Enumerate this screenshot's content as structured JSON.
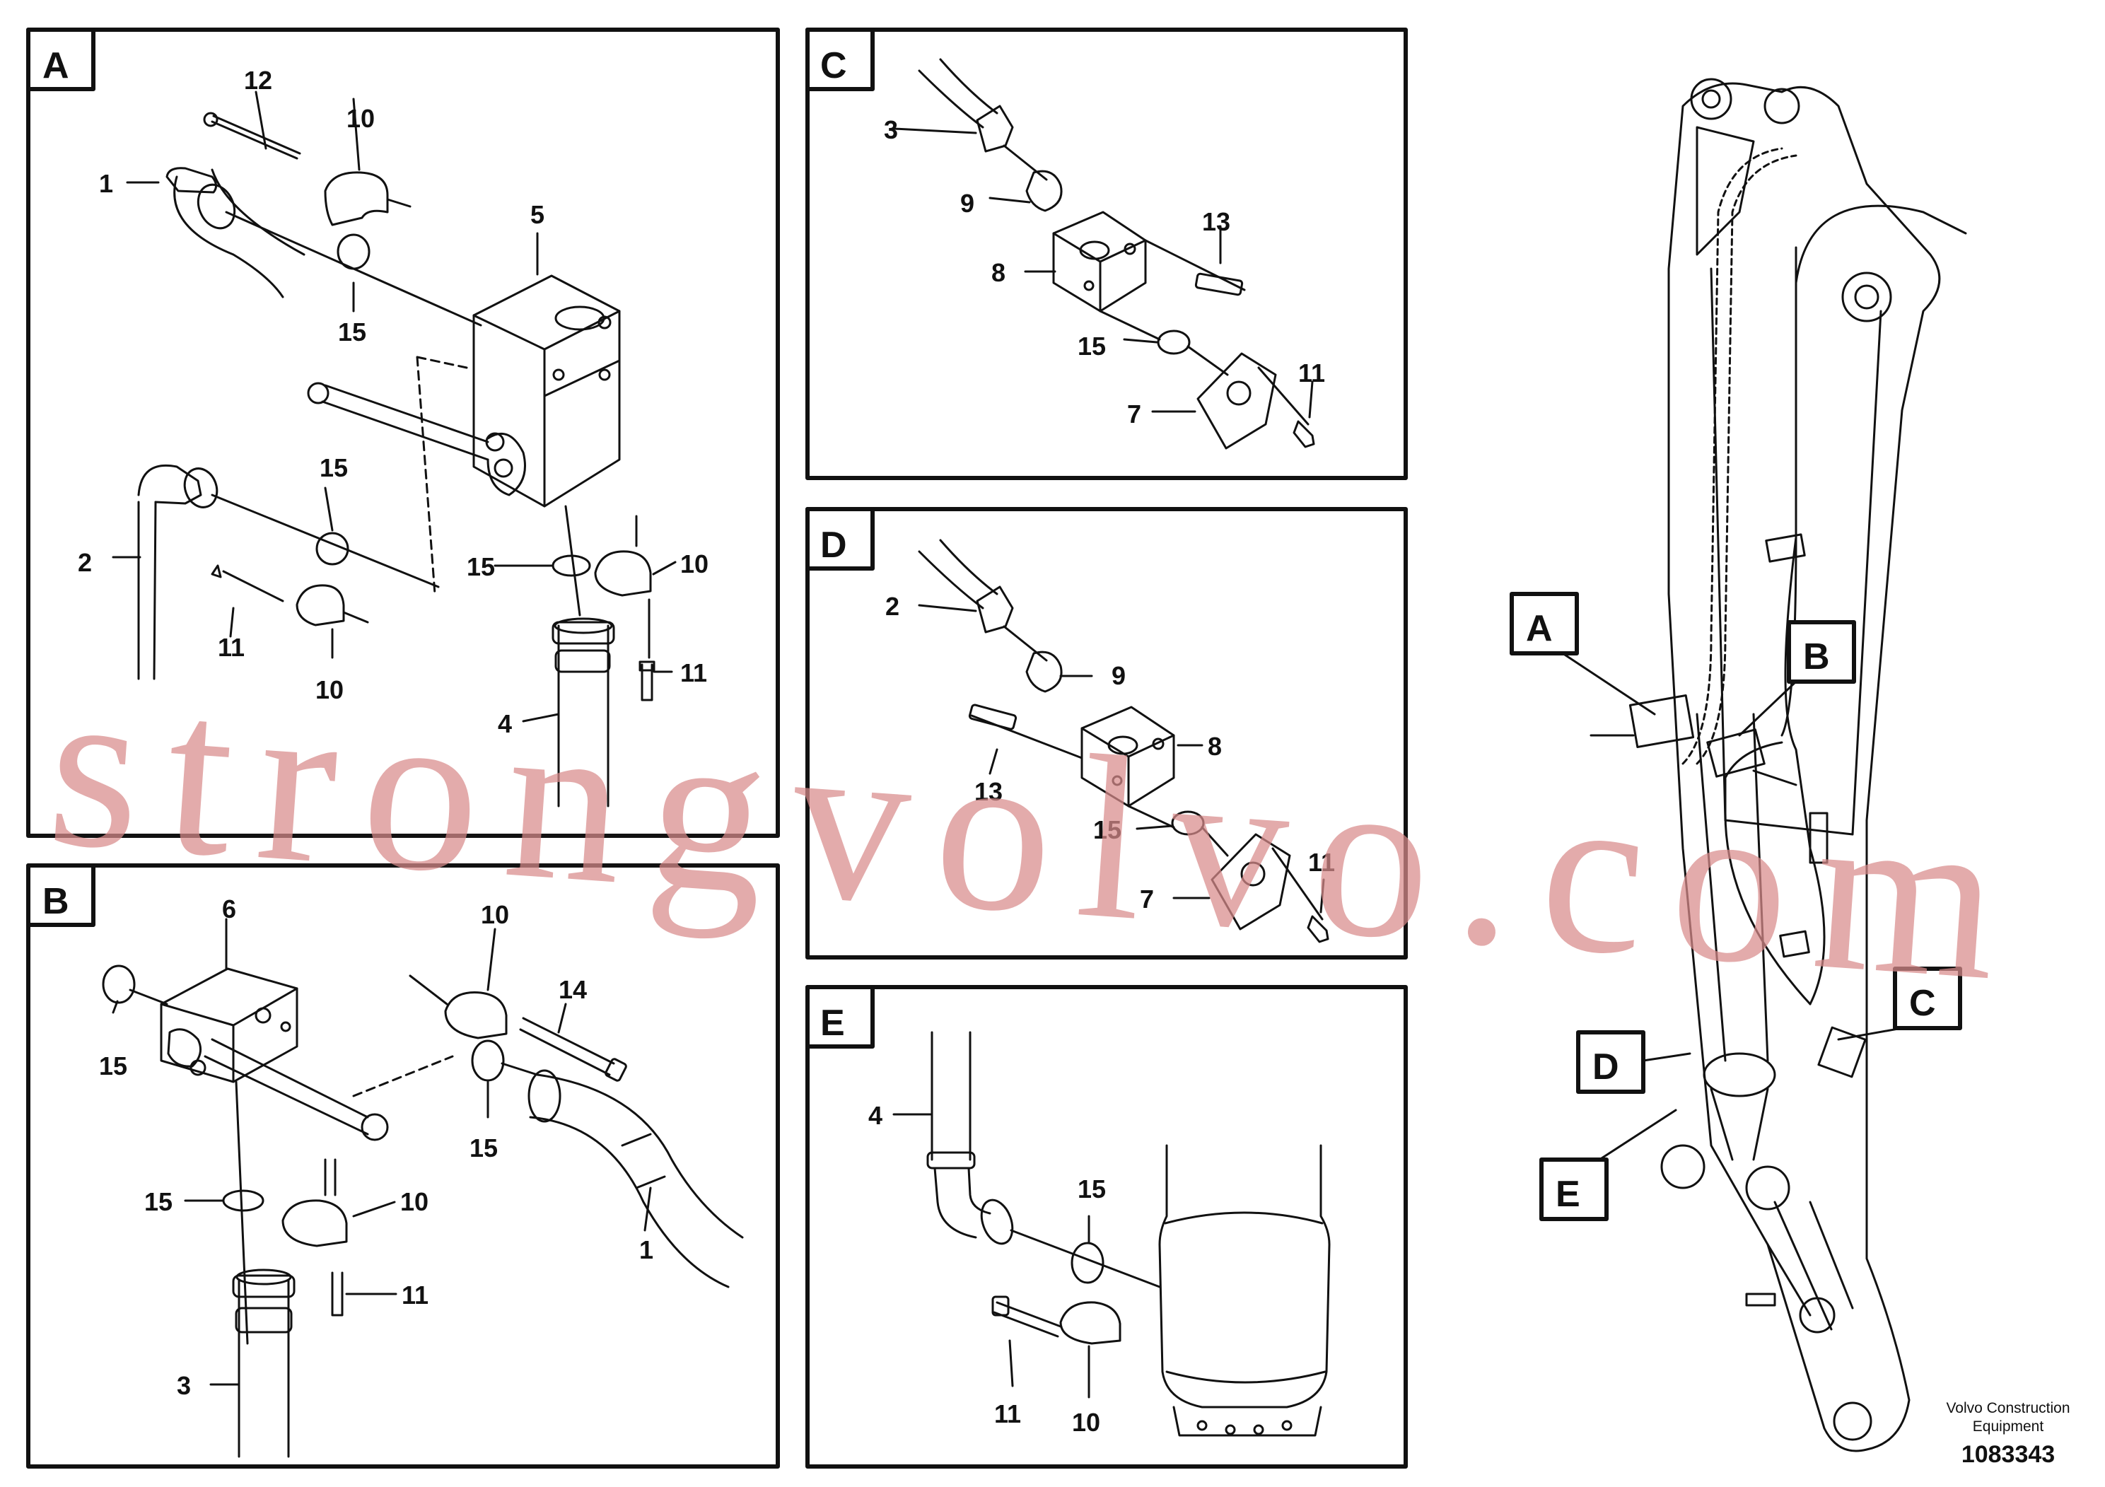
{
  "panels": {
    "A": {
      "letter": "A",
      "labels": {
        "l12": "12",
        "l10a": "10",
        "l1": "1",
        "l15a": "15",
        "l5": "5",
        "l15b": "15",
        "l2": "2",
        "l11a": "11",
        "l10b": "10",
        "l15c": "15",
        "l10c": "10",
        "l4": "4",
        "l11b": "11"
      }
    },
    "B": {
      "letter": "B",
      "labels": {
        "l6": "6",
        "l10a": "10",
        "l14": "14",
        "l15a": "15",
        "l15b": "15",
        "l15c": "15",
        "l10b": "10",
        "l11": "11",
        "l3": "3",
        "l1": "1"
      }
    },
    "C": {
      "letter": "C",
      "labels": {
        "l3": "3",
        "l9": "9",
        "l13": "13",
        "l8": "8",
        "l15": "15",
        "l11": "11",
        "l7": "7"
      }
    },
    "D": {
      "letter": "D",
      "labels": {
        "l2": "2",
        "l9": "9",
        "l8": "8",
        "l13": "13",
        "l15": "15",
        "l11": "11",
        "l7": "7"
      }
    },
    "E": {
      "letter": "E",
      "labels": {
        "l4": "4",
        "l15": "15",
        "l11": "11",
        "l10": "10"
      }
    }
  },
  "overview": {
    "callouts": {
      "A": "A",
      "B": "B",
      "C": "C",
      "D": "D",
      "E": "E"
    }
  },
  "caption": {
    "line1": "Volvo Construction",
    "line2": "Equipment",
    "number": "1083343"
  },
  "watermark": "strongvolvo.com",
  "colors": {
    "line": "#111111",
    "watermark": "#d98b8b",
    "background": "#ffffff"
  }
}
